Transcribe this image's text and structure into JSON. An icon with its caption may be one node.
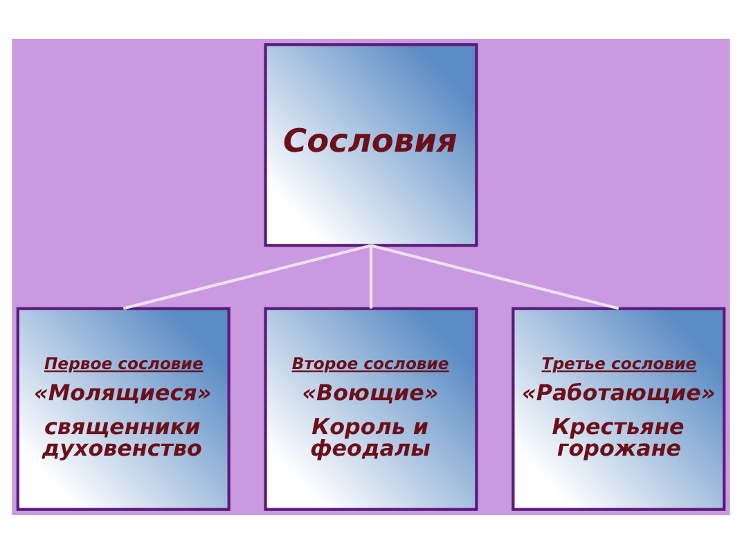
{
  "diagram": {
    "nodes": [
      {
        "text": [
          "Сословия"
        ]
      },
      {
        "text": [
          "Первое сословие",
          "«Молящиеся»",
          "священники духовенство"
        ]
      },
      {
        "text": [
          "Второе сословие",
          "«Воющие»",
          "Король и феодалы"
        ]
      },
      {
        "text": [
          "Третье сословие",
          "«Работающие»",
          "Крестьяне горожане"
        ]
      }
    ],
    "edges": [
      {
        "from": 0,
        "to": 1,
        "arrow": "none"
      },
      {
        "from": 0,
        "to": 2,
        "arrow": "none"
      },
      {
        "from": 0,
        "to": 3,
        "arrow": "none"
      }
    ]
  }
}
